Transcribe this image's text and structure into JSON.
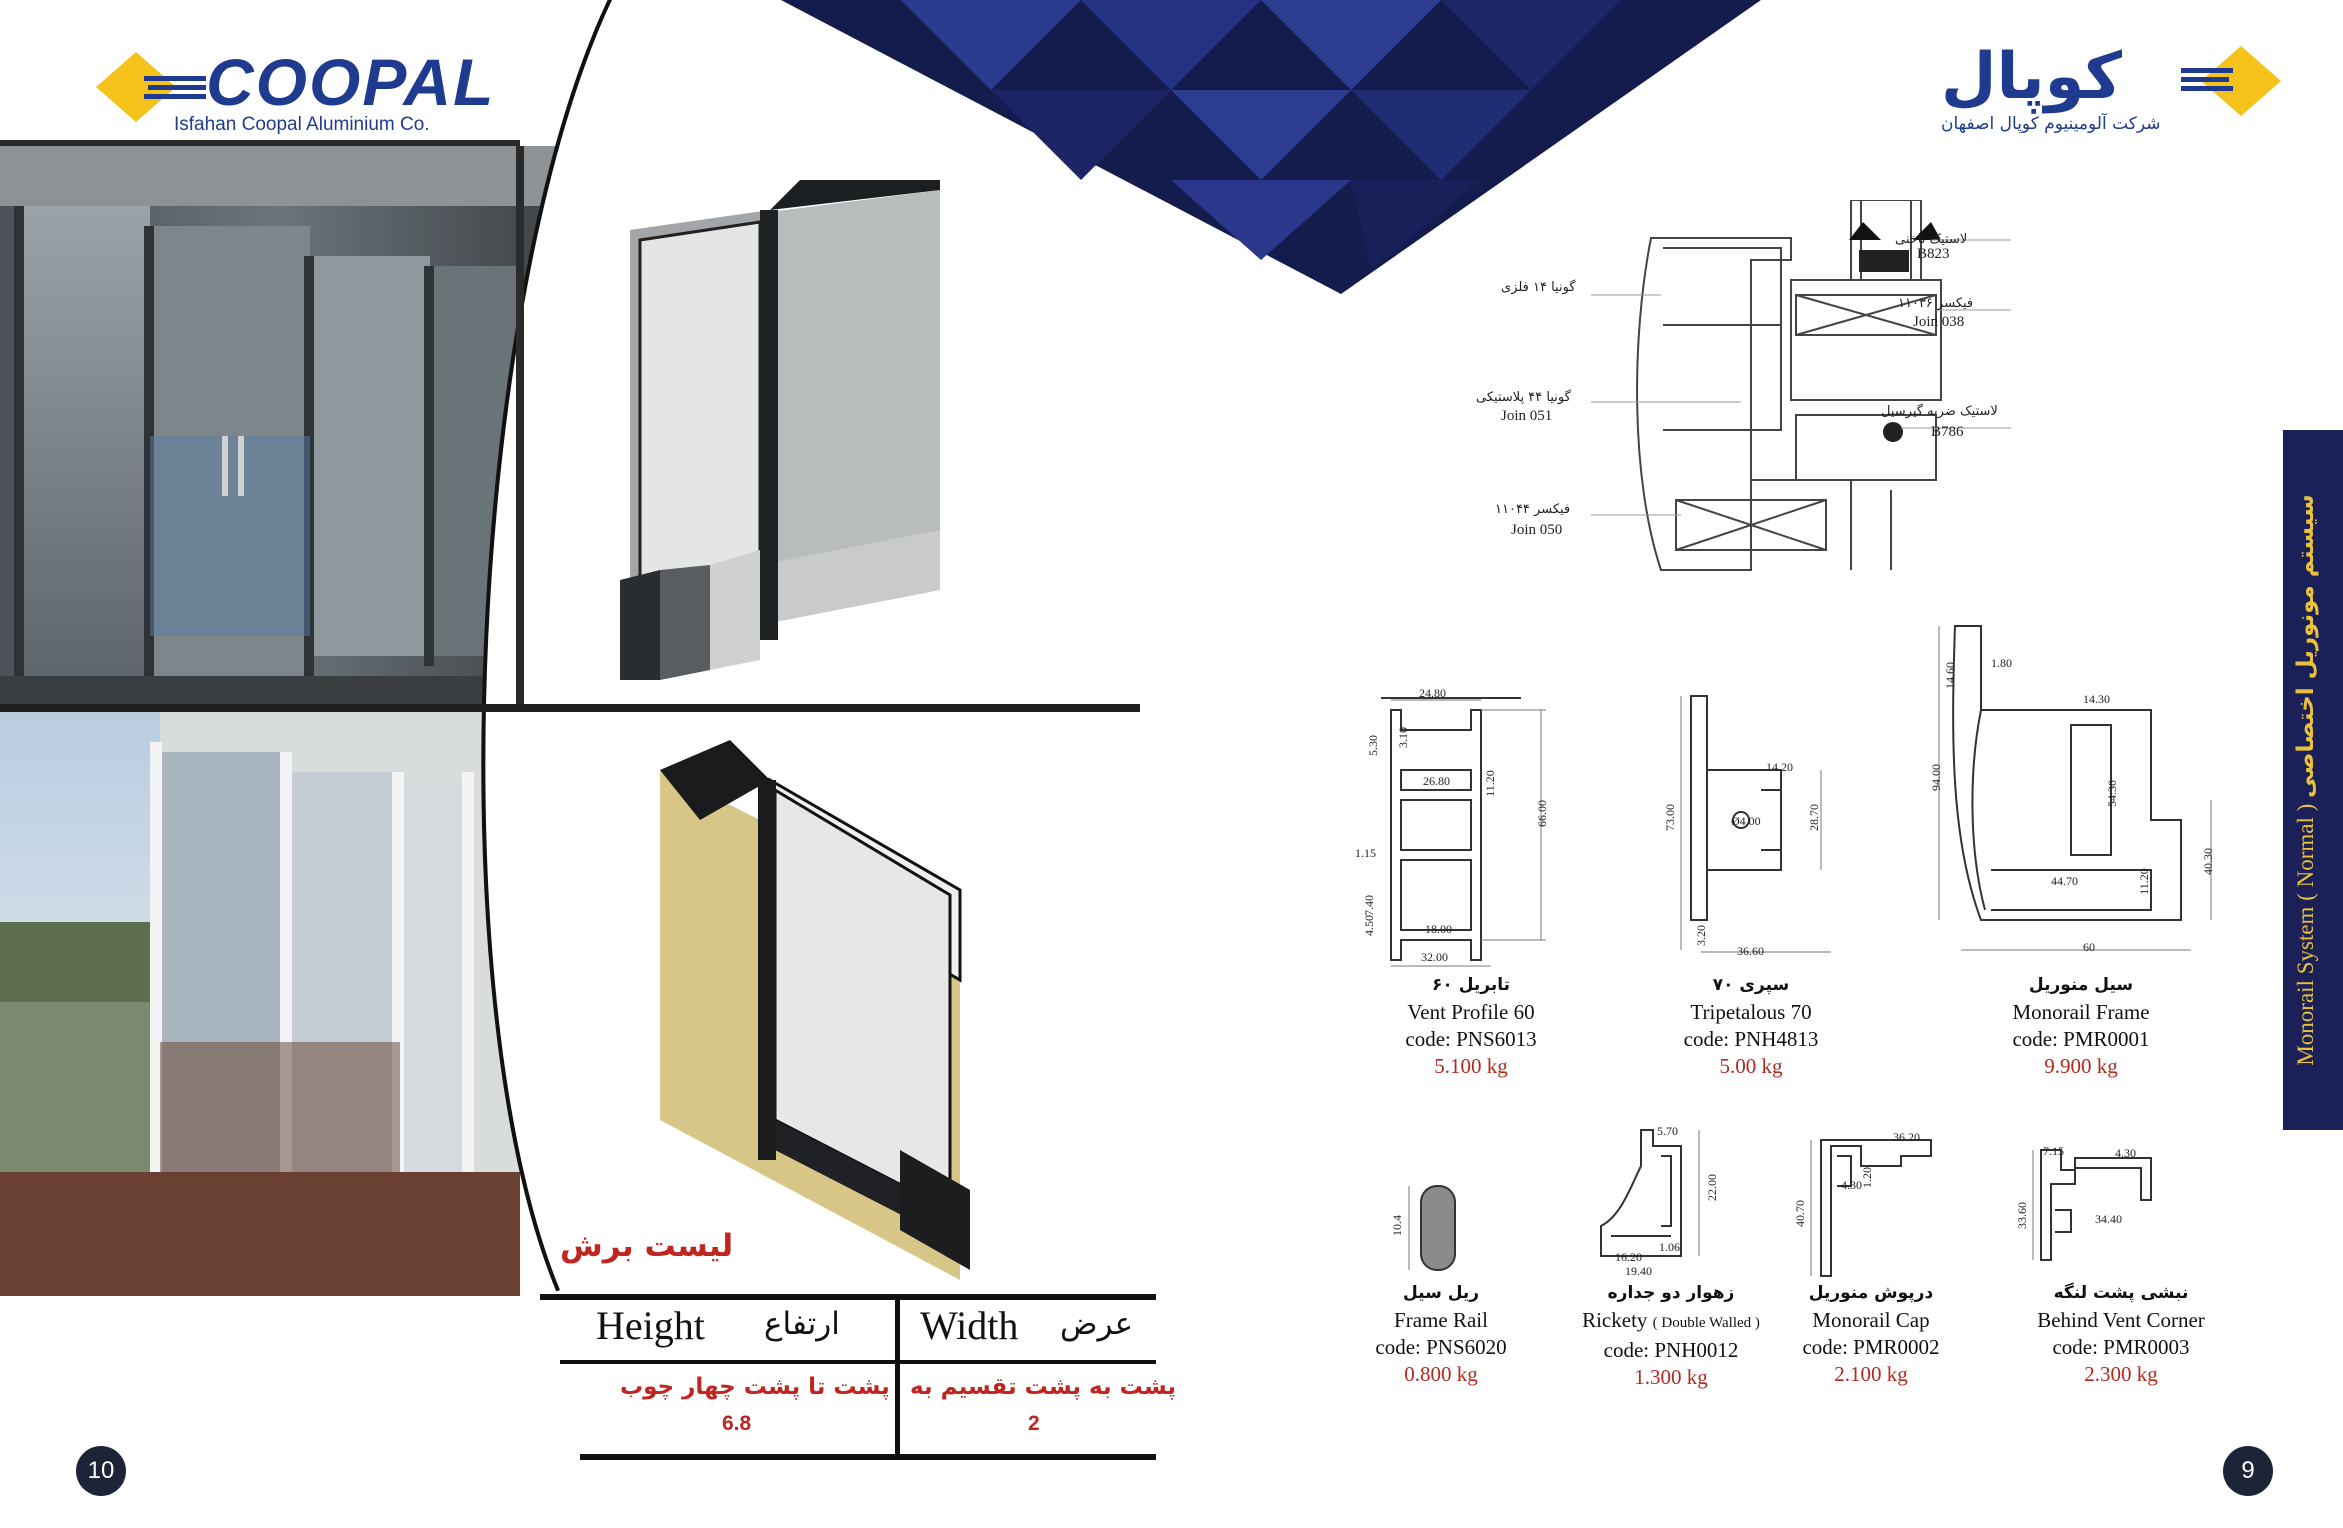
{
  "left_page": {
    "logo": {
      "name": "COOPAL",
      "subtitle": "Isfahan Coopal Aluminium Co."
    },
    "cut_list": {
      "title": "لیست برش",
      "height": {
        "label_en": "Height",
        "label_fa": "ارتفاع",
        "rule": "پشت تا پشت چهار چوب",
        "value": "6.8"
      },
      "width": {
        "label_en": "Width",
        "label_fa": "عرض",
        "rule": "پشت به پشت تقسیم به",
        "value": "2"
      }
    },
    "page_number": "10"
  },
  "right_page": {
    "logo": {
      "name": "کوپال",
      "subtitle": "شرکت آلومینیوم کوپال اصفهان"
    },
    "side_title": {
      "en": "Monorail System ( Normal )",
      "fa": "سیستم مونوریل اختصاصی"
    },
    "section_annotations": [
      {
        "fa": "لاستیک ناخنی",
        "en": "B823"
      },
      {
        "fa": "فیکسر ۱۱۰۳۶",
        "en": "Join 038"
      },
      {
        "fa": "لاستیک ضربه گیرسیل",
        "en": "B786"
      },
      {
        "fa": "گونیا ۱۴ فلزی",
        "en": ""
      },
      {
        "fa": "گونیا ۴۴ پلاستیکی",
        "en": "Join 051"
      },
      {
        "fa": "فیکسر ۱۱۰۴۴",
        "en": "Join 050"
      }
    ],
    "profiles_row1": [
      {
        "fa": "تابریل ۶۰",
        "name": "Vent Profile 60",
        "code": "code: PNS6013",
        "weight": "5.100 kg",
        "dims": [
          "24.80",
          "5.30",
          "3.10",
          "26.80",
          "11.20",
          "66.00",
          "1.15",
          "7.40",
          "4.50",
          "18.00",
          "32.00"
        ]
      },
      {
        "fa": "سپری ۷۰",
        "name": "Tripetalous 70",
        "code": "code: PNH4813",
        "weight": "5.00 kg",
        "dims": [
          "14.20",
          "73.00",
          "28.70",
          "Ø4.00",
          "3.20",
          "36.60"
        ]
      },
      {
        "fa": "سیل منوریل",
        "name": "Monorail Frame",
        "code": "code: PMR0001",
        "weight": "9.900 kg",
        "dims": [
          "14.60",
          "1.80",
          "14.30",
          "94.00",
          "54.30",
          "44.70",
          "11.20",
          "40.30",
          "60"
        ]
      }
    ],
    "profiles_row2": [
      {
        "fa": "ریل سیل",
        "name": "Frame Rail",
        "code": "code: PNS6020",
        "weight": "0.800 kg",
        "dims": [
          "10.4"
        ]
      },
      {
        "fa": "زهوار دو جداره",
        "name": "Rickety",
        "name_note": "( Double Walled )",
        "code": "code: PNH0012",
        "weight": "1.300 kg",
        "dims": [
          "5.70",
          "22.00",
          "1.06",
          "16.20",
          "19.40"
        ]
      },
      {
        "fa": "درپوش منوریل",
        "name": "Monorail Cap",
        "code": "code: PMR0002",
        "weight": "2.100 kg",
        "dims": [
          "36.20",
          "4.30",
          "1.20",
          "40.70"
        ]
      },
      {
        "fa": "نبشی پشت لنگه",
        "name": "Behind Vent Corner",
        "code": "code: PMR0003",
        "weight": "2.300 kg",
        "dims": [
          "7.15",
          "4.30",
          "33.60",
          "34.40"
        ]
      }
    ],
    "page_number": "9"
  },
  "colors": {
    "brand_blue": "#1f3b8f",
    "brand_yellow": "#f5c21b",
    "weight_red": "#b22a1e",
    "navy": "#141c4d"
  }
}
